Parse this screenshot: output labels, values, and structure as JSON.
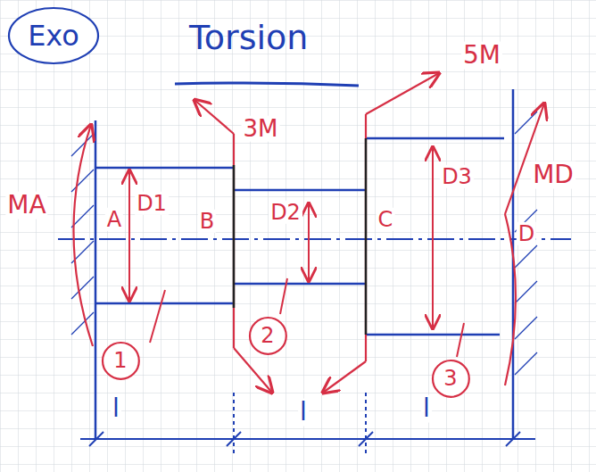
{
  "diagram": {
    "title": "Torsion",
    "nodes": [
      {
        "text": [
          "Exo"
        ]
      },
      {
        "text": [
          "1"
        ]
      },
      {
        "text": [
          "2"
        ]
      },
      {
        "text": [
          "3"
        ]
      }
    ],
    "labels": [
      "MA",
      "A",
      "D1",
      "B",
      "3M",
      "D2",
      "C",
      "5M",
      "D3",
      "D",
      "MD",
      "l",
      "l",
      "l"
    ]
  }
}
